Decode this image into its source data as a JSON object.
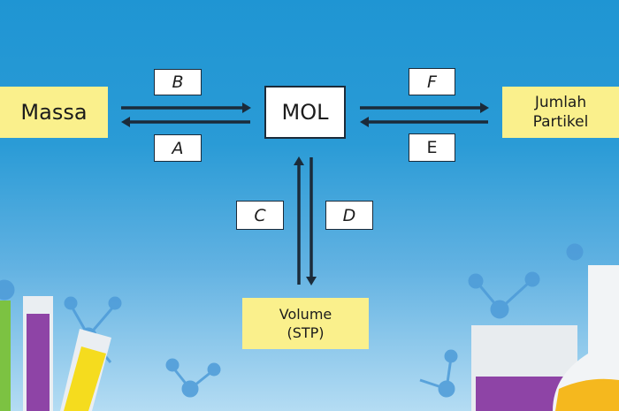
{
  "nodes": {
    "massa": "Massa",
    "mol": "MOL",
    "partikel_line1": "Jumlah",
    "partikel_line2": "Partikel",
    "volume_line1": "Volume",
    "volume_line2": "(STP)"
  },
  "labels": {
    "a": "A",
    "b": "B",
    "c": "C",
    "d": "D",
    "e": "E",
    "f": "F"
  },
  "colors": {
    "node_fill": "#faf08c",
    "arrow": "#1b2b3a",
    "background": "#1f95d3"
  }
}
